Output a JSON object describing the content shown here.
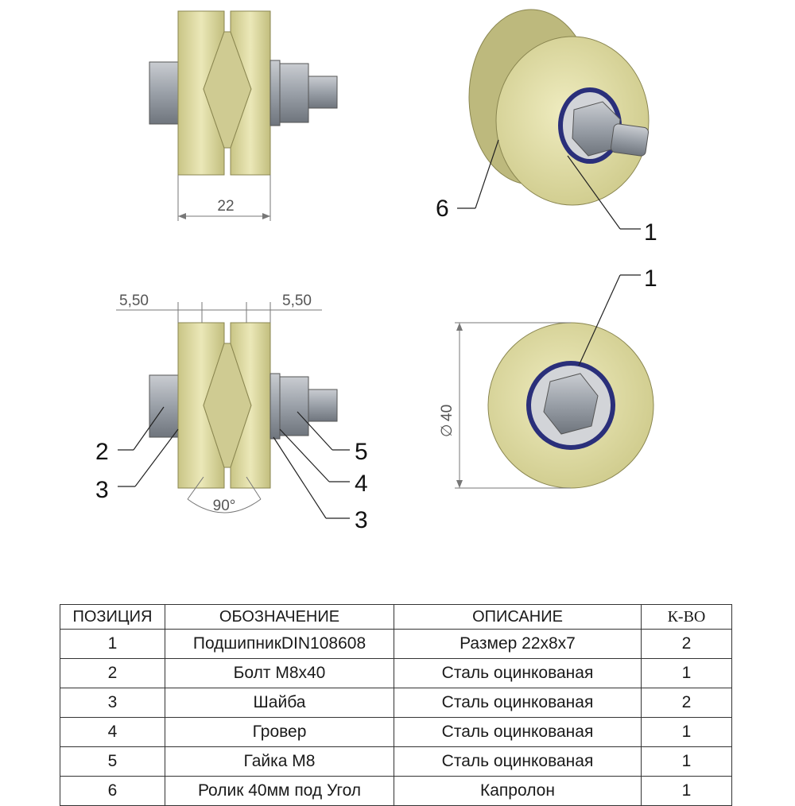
{
  "dimensions": {
    "width": "22",
    "flange_left": "5,50",
    "flange_right": "5,50",
    "angle": "90°",
    "diameter": "40"
  },
  "callouts": {
    "top_right_roller": "6",
    "top_right_bearing": "1",
    "bottom_right_bearing": "1",
    "left_bolt": "2",
    "left_washer": "3",
    "right_nut": "5",
    "right_lockwasher": "4",
    "right_washer": "3"
  },
  "table": {
    "headers": [
      "ПОЗИЦИЯ",
      "ОБОЗНАЧЕНИЕ",
      "ОПИСАНИЕ",
      "К-ВО"
    ],
    "rows": [
      [
        "1",
        "ПодшипникDIN108608",
        "Размер 22х8х7",
        "2"
      ],
      [
        "2",
        "Болт М8х40",
        "Сталь оцинкованая",
        "1"
      ],
      [
        "3",
        "Шайба",
        "Сталь оцинкованая",
        "2"
      ],
      [
        "4",
        "Гровер",
        "Сталь оцинкованая",
        "1"
      ],
      [
        "5",
        "Гайка М8",
        "Сталь оцинкованая",
        "1"
      ],
      [
        "6",
        "Ролик 40мм под Угол",
        "Капролон",
        "1"
      ]
    ]
  },
  "colors": {
    "roller": "#d8d49a",
    "roller_shade": "#b8b478",
    "steel": "#a8adb4",
    "bearing_ring": "#2a2f7a"
  }
}
